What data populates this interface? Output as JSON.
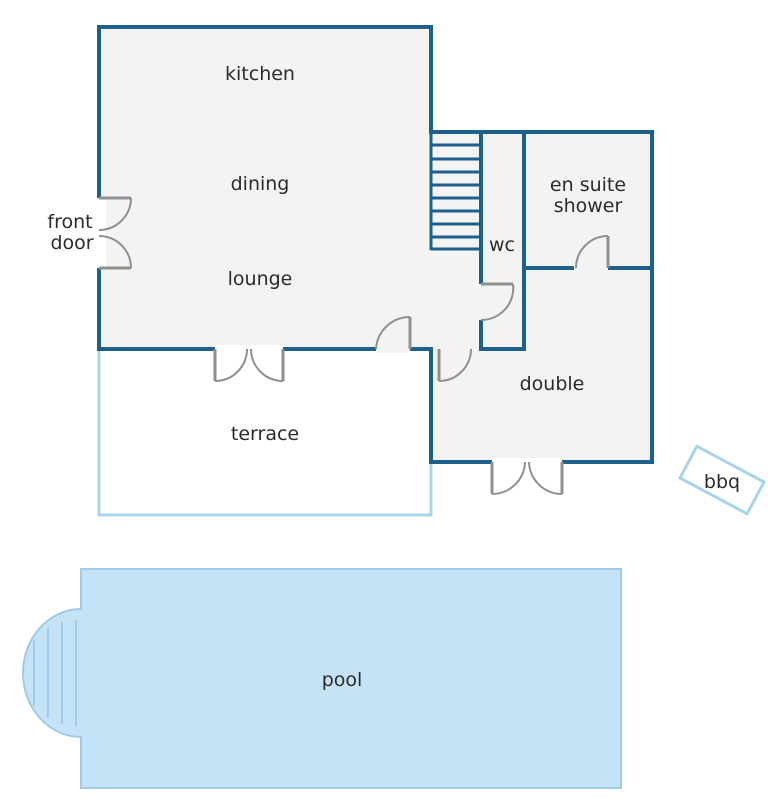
{
  "rooms": {
    "kitchen": "kitchen",
    "dining": "dining",
    "lounge": "lounge",
    "front_door_line1": "front",
    "front_door_line2": "door",
    "wc": "wc",
    "en_suite_line1": "en suite",
    "en_suite_line2": "shower",
    "double": "double",
    "terrace": "terrace",
    "bbq": "bbq",
    "pool": "pool"
  },
  "colors": {
    "wall": "#1e5f8c",
    "floor": "#f3f3f2",
    "terrace_outline": "#a8d4ea",
    "pool_fill": "#c5e3f6",
    "pool_outline": "#9fcbe6",
    "door": "#8f8f8f"
  }
}
